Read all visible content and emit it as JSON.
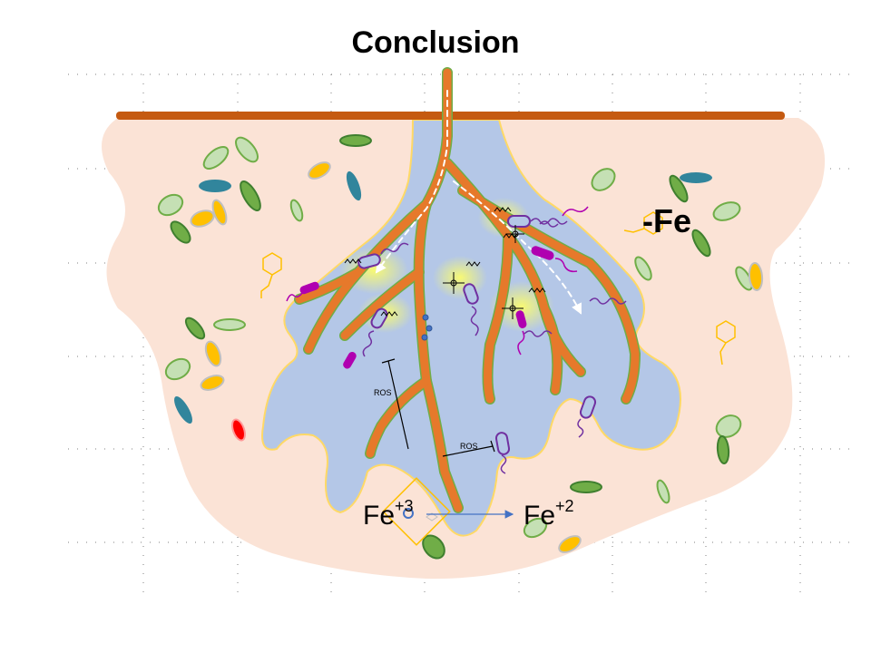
{
  "slide": {
    "title": "Conclusion"
  },
  "diagram": {
    "condition_label": "-Fe",
    "ros_label_left": "ROS",
    "ros_label_bottom": "ROS",
    "iron_reduction": {
      "from": {
        "base": "Fe",
        "sup": "+3"
      },
      "to": {
        "base": "Fe",
        "sup": "+2"
      }
    }
  },
  "colors": {
    "soil": "#fbe3d6",
    "rhizosphere": "#b4c7e7",
    "rhizosphere_border": "#ffd966",
    "root": "#e6792b",
    "root_edge": "#70ad47",
    "ground_line": "#c55a11",
    "bacteria": "#b000b0",
    "bacteria_dark": "#7030a0",
    "particle_green": "#c5e0b4",
    "particle_yellow": "#ffc000",
    "particle_teal": "#31859c",
    "particle_red": "#ff0000",
    "arrow": "#4472c4",
    "grid_dots": "#7f7f7f"
  }
}
